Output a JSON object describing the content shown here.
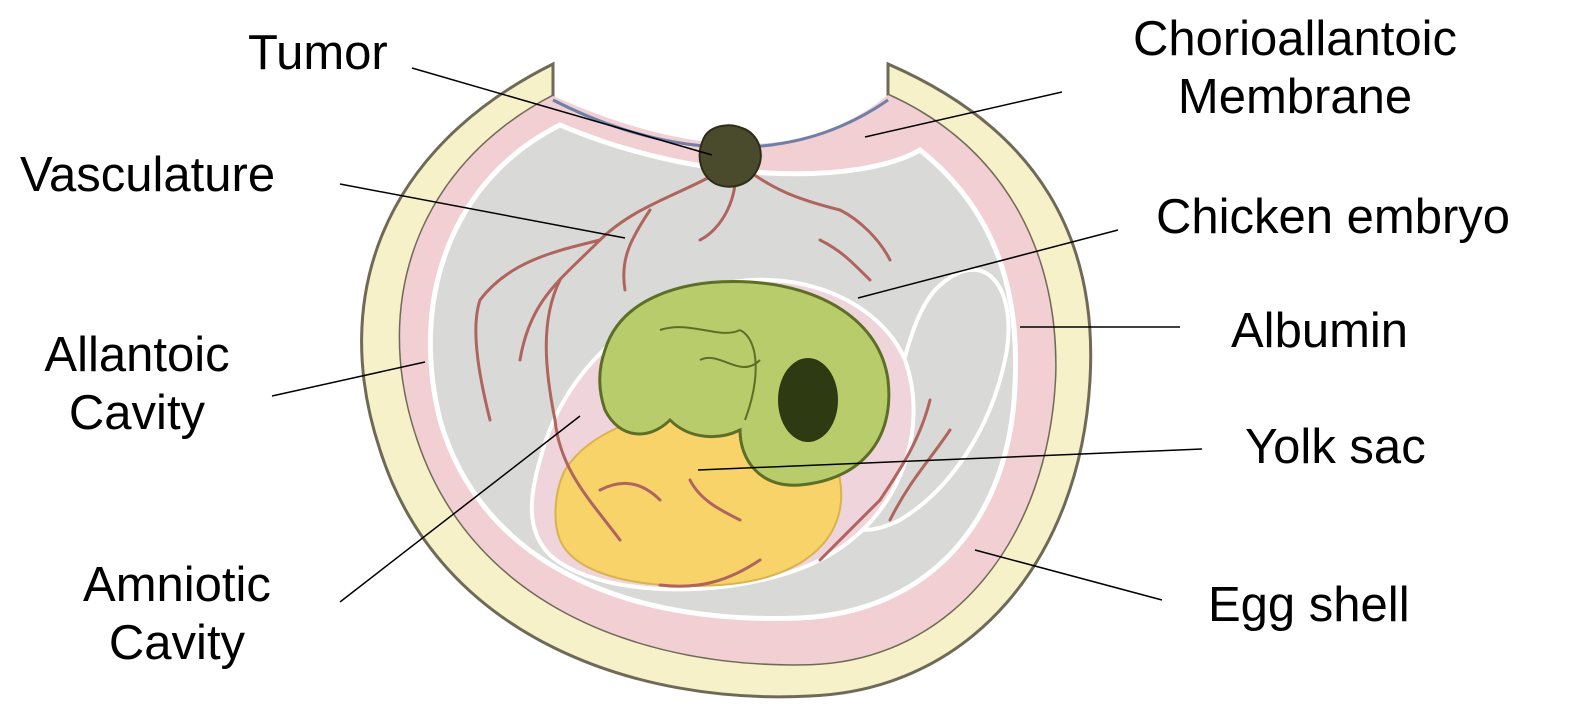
{
  "labels": {
    "tumor": "Tumor",
    "vasculature": "Vasculature",
    "allantoic_cavity": [
      "Allantoic",
      "Cavity"
    ],
    "amniotic_cavity": [
      "Amniotic",
      "Cavity"
    ],
    "chorioallantoic_membrane": [
      "Chorioallantoic",
      "Membrane"
    ],
    "chicken_embryo": "Chicken embryo",
    "albumin": "Albumin",
    "yolk_sac": "Yolk sac",
    "egg_shell": "Egg shell"
  },
  "colors": {
    "shell": "#f6f1c8",
    "shell_edge": "#6f6a58",
    "albumin": "#f1cfd3",
    "allantoic": "#d9dad7",
    "embryo": "#b9cc6c",
    "embryo_edge": "#5d6e26",
    "eye": "#2e3a12",
    "yolk": "#f7d36a",
    "vessel": "#b0645e",
    "tumor": "#4a4a2c"
  }
}
